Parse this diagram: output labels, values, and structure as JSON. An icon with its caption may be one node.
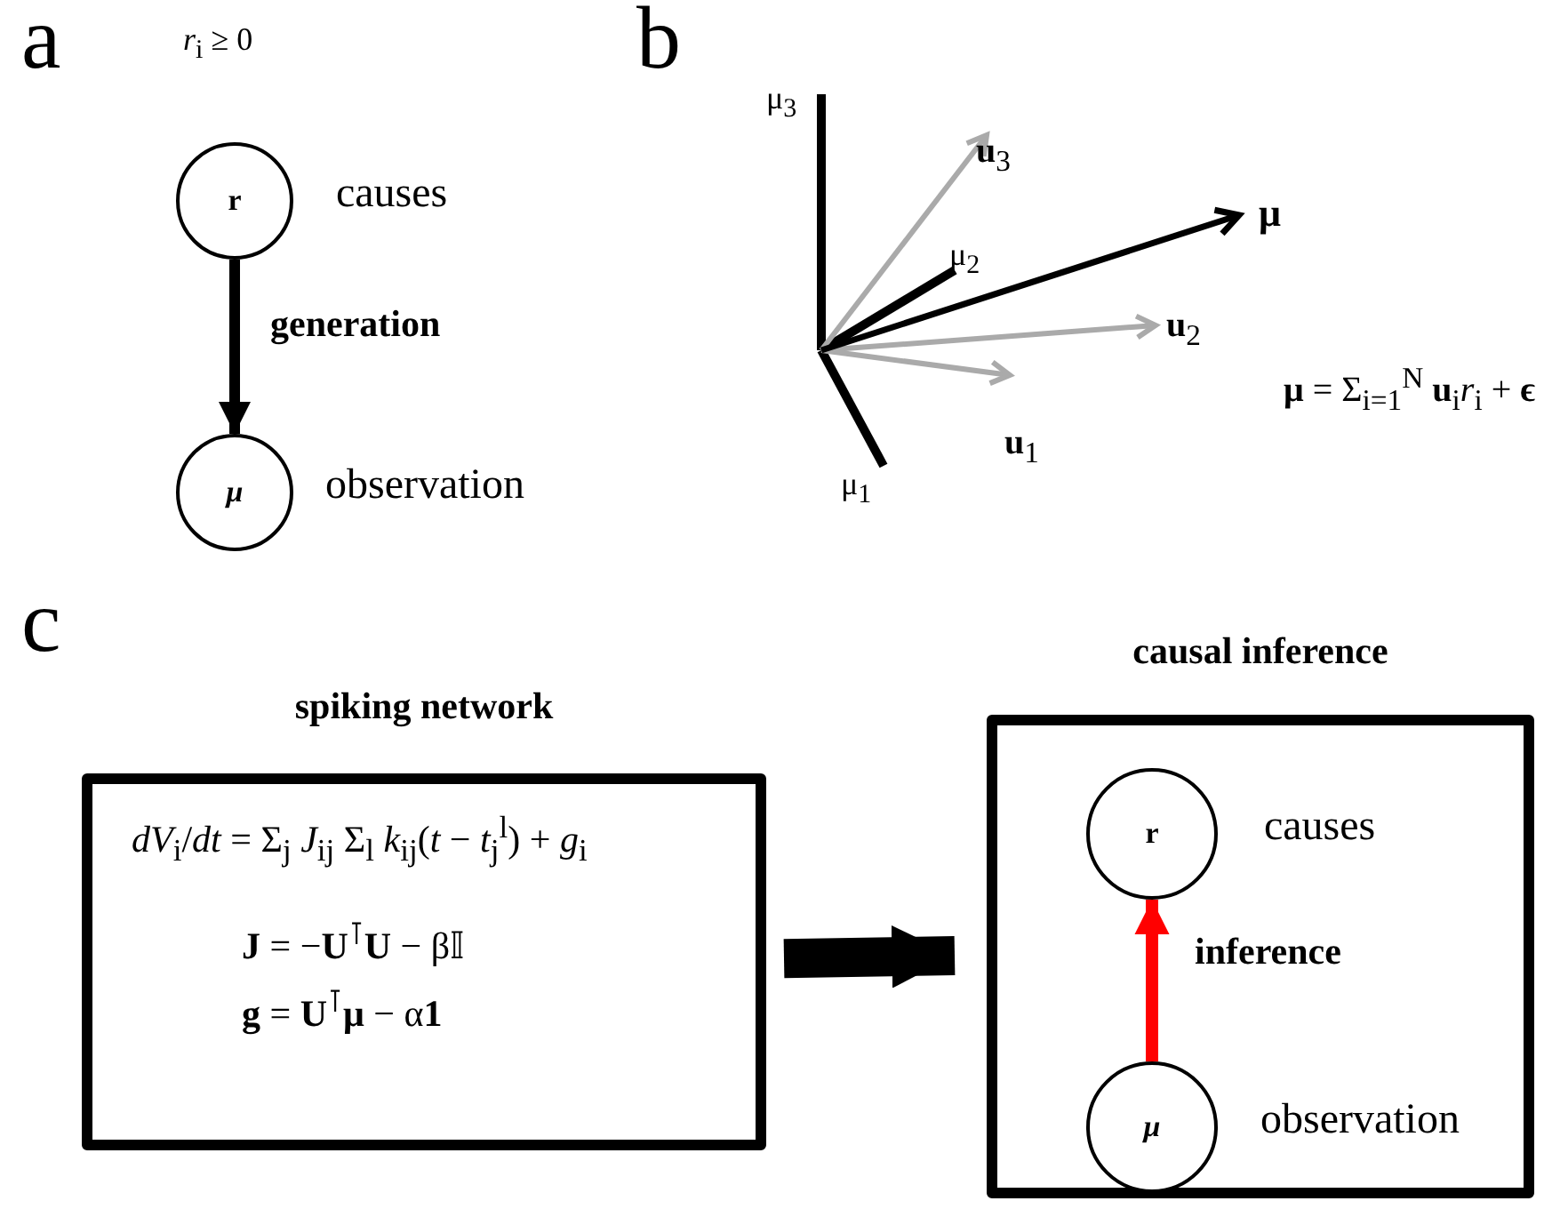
{
  "diagram": {
    "nodes": [
      {
        "text": [
          "r"
        ],
        "beside": [
          "*r*$_{i}$ ≥ 0",
          "causes"
        ]
      },
      {
        "text": [
          "μ"
        ],
        "beside": [
          "observation"
        ]
      },
      {
        "text": [
          "spiking network",
          "*dV*$_{i}$/*dt* = Σ$_{j}$ *J*$_{ij}$ Σ$_{l}$ *k*$_{ij}$(*t* − *t*$_{j}$$^{l}$) + *g*$_{i}$",
          "**J** = −**U**$^{⊺}$**U** − β𝕀",
          "**g** = **U**$^{⊺}$**μ** − α**1**"
        ]
      },
      {
        "text": [
          "causal inference"
        ]
      },
      {
        "text": [
          "r"
        ],
        "in": 3,
        "beside": [
          "causes"
        ]
      },
      {
        "text": [
          "μ"
        ],
        "in": 3,
        "beside": [
          "observation"
        ]
      }
    ],
    "edges": [
      {
        "from": 0,
        "to": 1,
        "arrow": "to",
        "label": "generation"
      },
      {
        "from": 5,
        "to": 4,
        "arrow": "to",
        "label": "inference",
        "color": "#ff0000"
      },
      {
        "from": 2,
        "to": 3,
        "arrow": "to",
        "style": "thick"
      }
    ],
    "labels": [
      "a",
      "b",
      "μ$_{3}$",
      "**u**$_{3}$",
      "μ$_{2}$",
      "**μ**",
      "**u**$_{2}$",
      "**μ** = Σ$_{i=1}$$^{N}$ **u**$_{i}$*r*$_{i}$ + **ϵ**",
      "**u**$_{1}$",
      "μ$_{1}$",
      "c"
    ]
  }
}
